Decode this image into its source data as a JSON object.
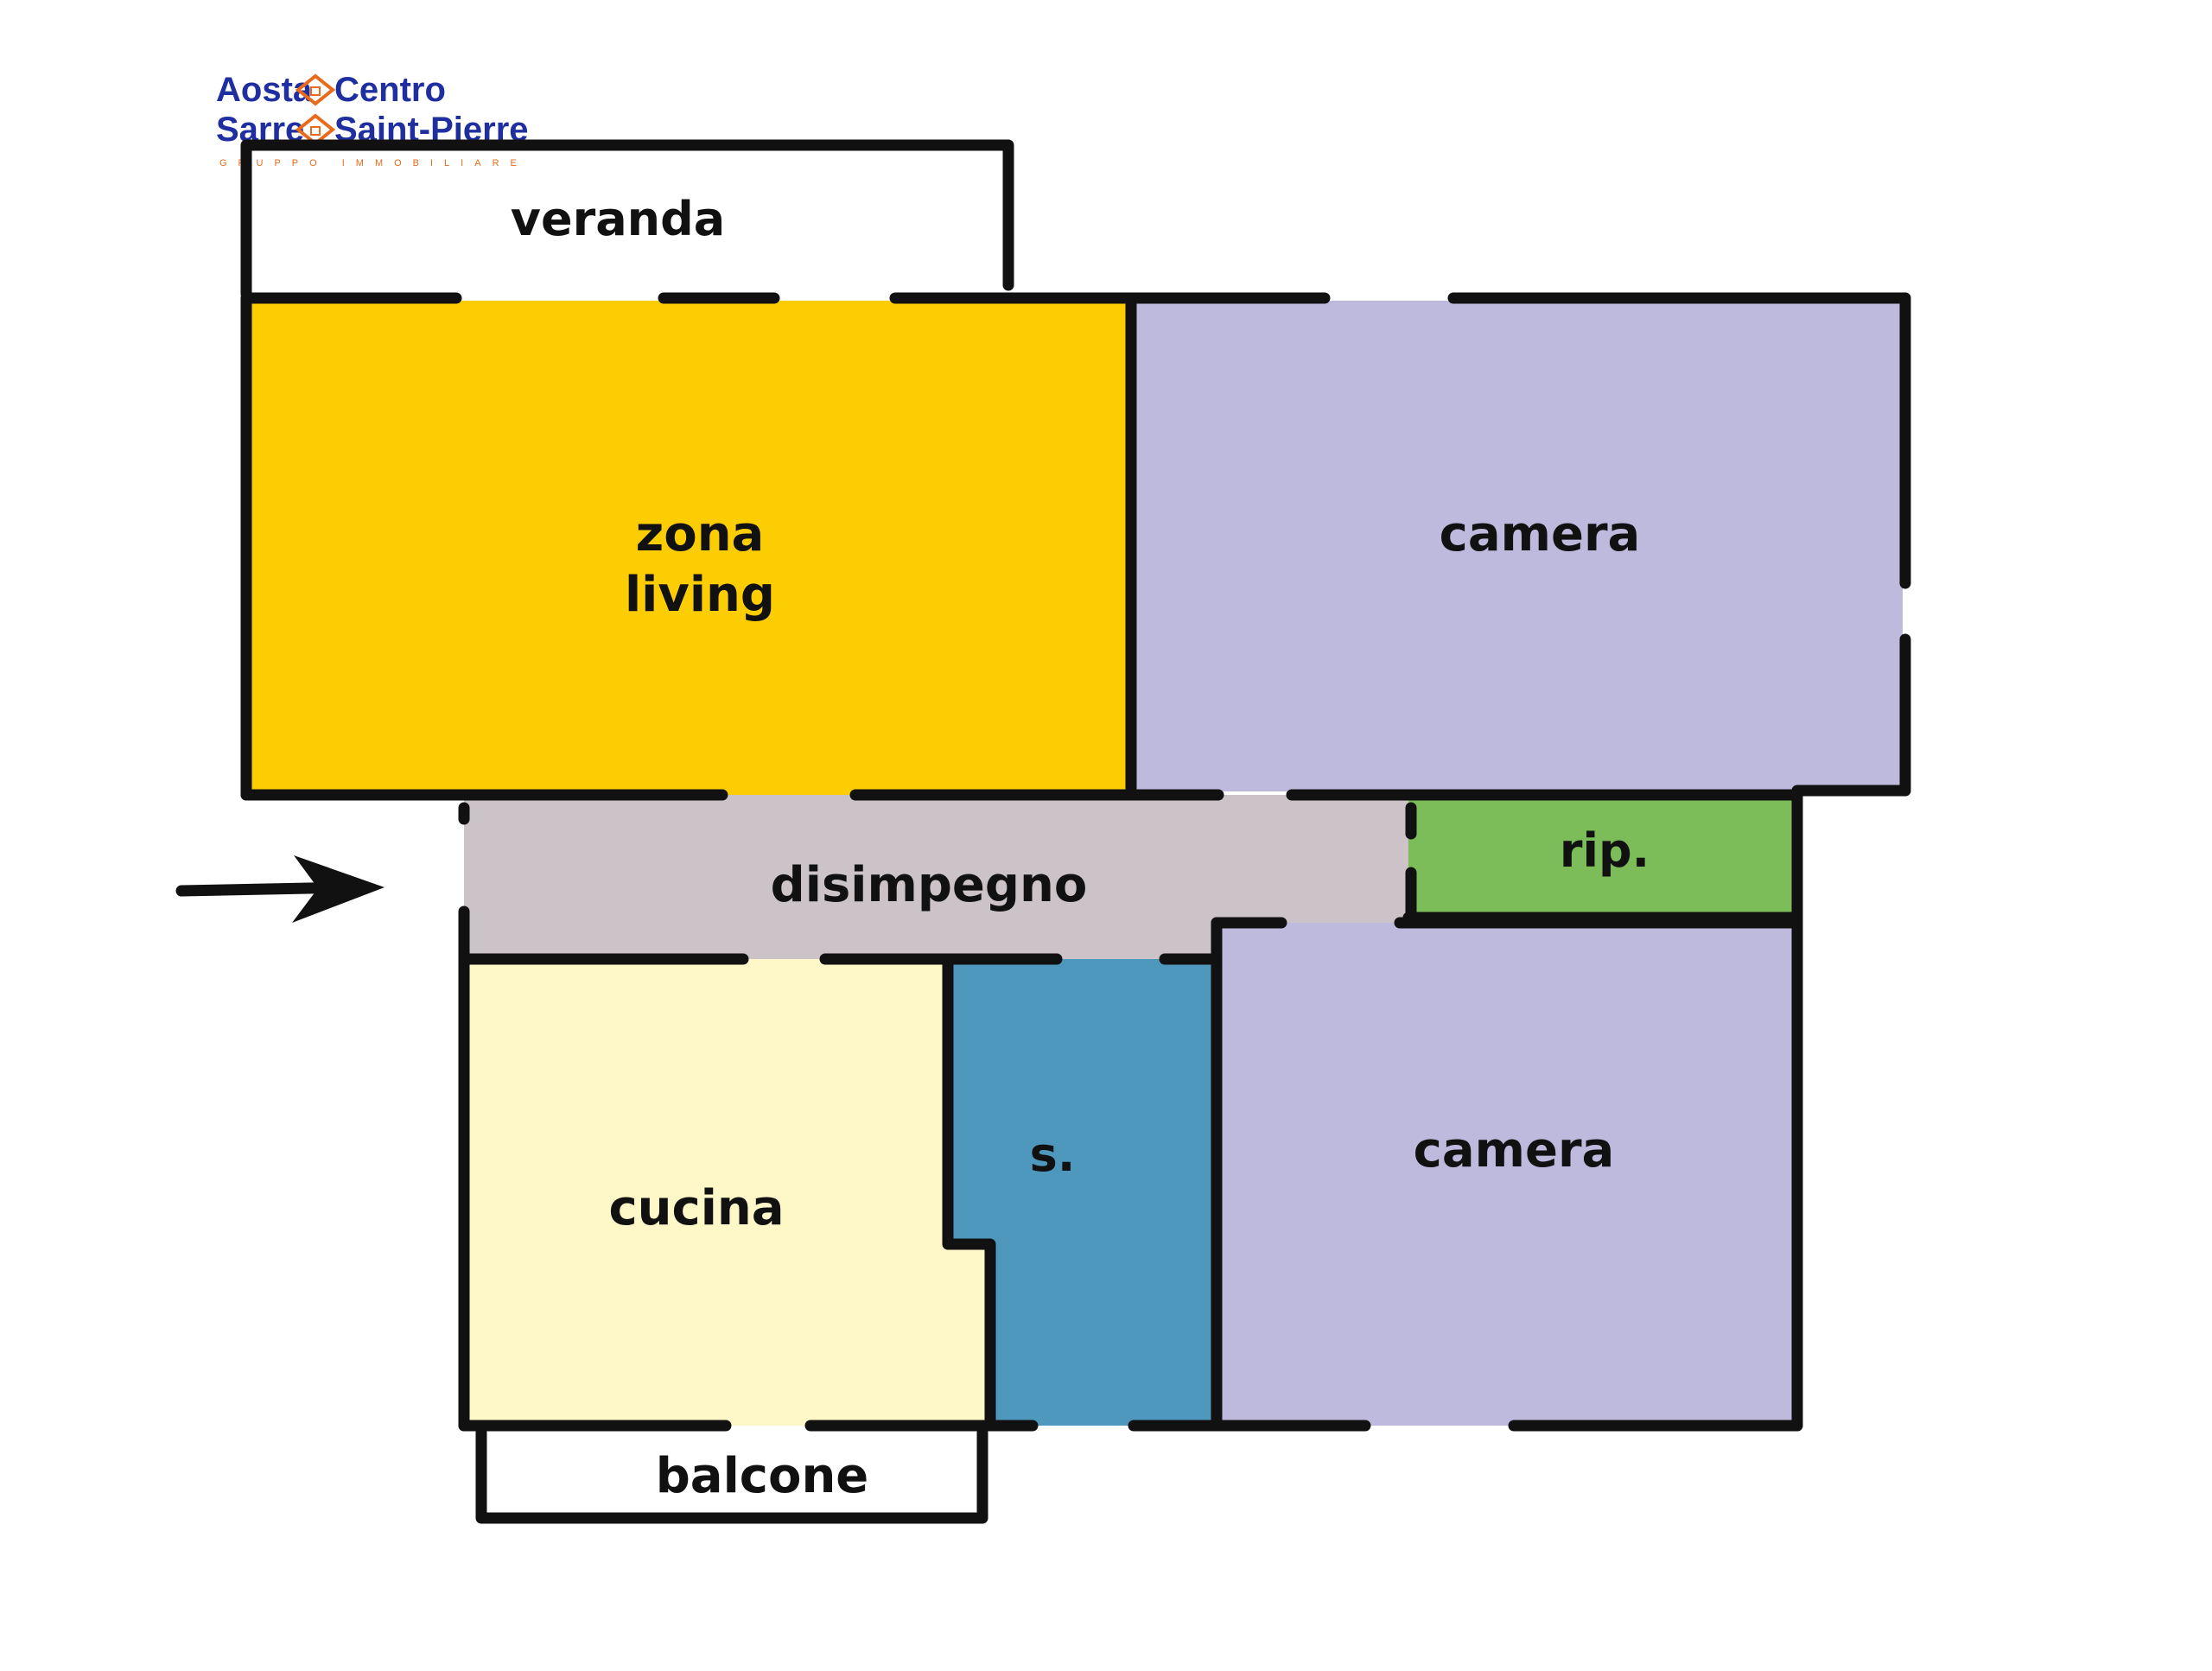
{
  "logo": {
    "line1_left": "Aosta",
    "line1_right": "Centro",
    "line2_left": "Sarre",
    "line2_right": "Saint-Pierre",
    "tagline": "GRUPPO IMMOBILIARE",
    "colors": {
      "text": "#1f2f9f",
      "accent": "#e86a1a"
    }
  },
  "rooms": {
    "veranda": "veranda",
    "zona_line1": "zona",
    "zona_line2": "living",
    "camera_top": "camera",
    "disimpegno": "disimpegno",
    "rip": "rip.",
    "cucina": "cucina",
    "bagno": "s.",
    "camera_bottom": "camera",
    "balcone": "balcone"
  },
  "colors": {
    "zona_living": "#fdcd03",
    "camera": "#bebadd",
    "disimpegno": "#cbc3c7",
    "ripostiglio": "#7cbc59",
    "cucina": "#fef7c7",
    "bagno": "#4e97bd",
    "wall": "#111111"
  },
  "entrance_arrow": "arrow-right-icon"
}
